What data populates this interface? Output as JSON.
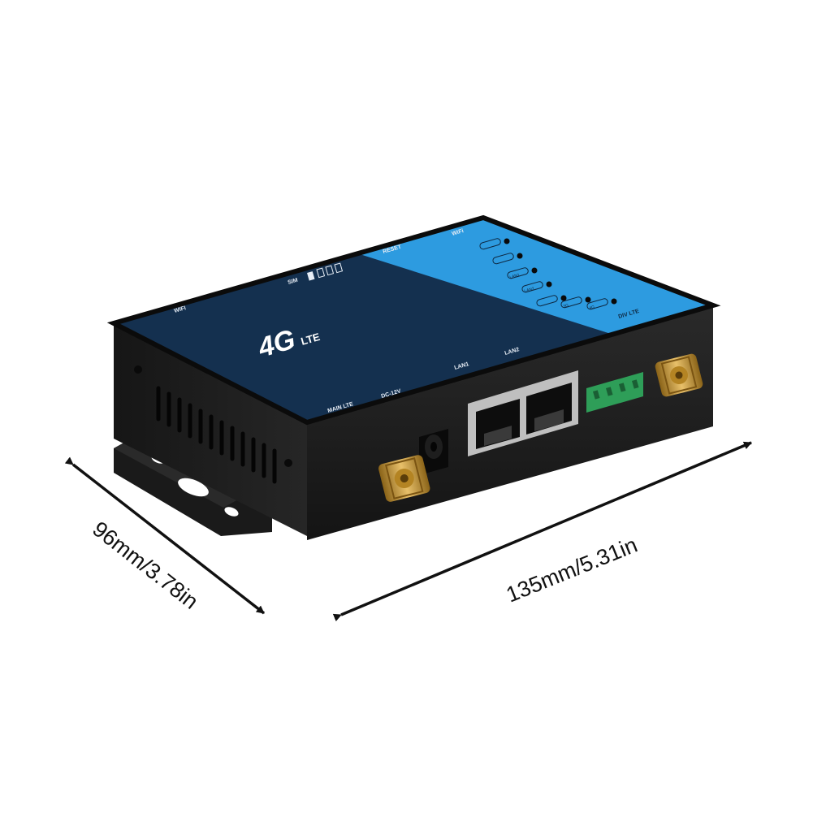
{
  "device": {
    "brand_main": "4G",
    "brand_sub": "LTE",
    "labels": {
      "wifi_left": "WIFI",
      "sim": "SIM",
      "reset": "RESET",
      "wifi_right": "WiFi",
      "main_lte": "MAIN LTE",
      "dc": "DC-12V",
      "lan1": "LAN1",
      "lan2": "LAN2",
      "div_lte": "DIV LTE"
    },
    "leds": [
      {
        "label": ""
      },
      {
        "label": ""
      },
      {
        "label": "LAN1"
      },
      {
        "label": "LAN2"
      },
      {
        "label": ""
      },
      {
        "label": "3G"
      },
      {
        "label": "4G"
      }
    ],
    "colors": {
      "panel_navy": "#14304f",
      "panel_cyan": "#2d9be0",
      "body_black": "#1c1c1c",
      "terminal_green": "#2e9e58",
      "antenna_gold": "#c7962e"
    }
  },
  "dimensions": {
    "depth_label": "96mm/3.78in",
    "width_label": "135mm/5.31in"
  }
}
